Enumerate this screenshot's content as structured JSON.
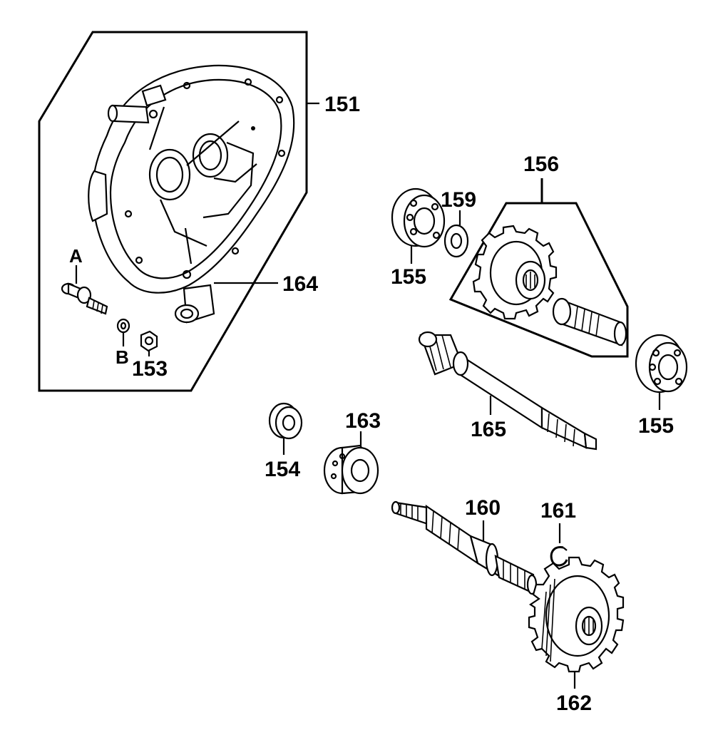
{
  "labels": {
    "l151": "151",
    "l156": "156",
    "l159": "159",
    "l155a": "155",
    "l164": "164",
    "lA": "A",
    "lB": "B",
    "l153": "153",
    "l165": "165",
    "l155b": "155",
    "l163": "163",
    "l154": "154",
    "l160": "160",
    "l161": "161",
    "l162": "162"
  }
}
